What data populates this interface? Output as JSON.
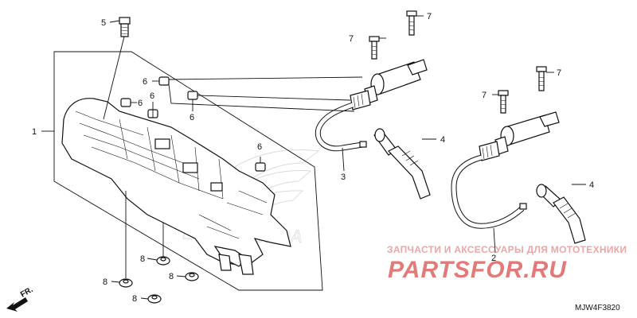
{
  "callouts": {
    "c1": "1",
    "c2": "2",
    "c3": "3",
    "c4a": "4",
    "c4b": "4",
    "c5": "5",
    "c6a": "6",
    "c6b": "6",
    "c6c": "6",
    "c6d": "6",
    "c6e": "6",
    "c7a": "7",
    "c7b": "7",
    "c7c": "7",
    "c7d": "7",
    "c8a": "8",
    "c8b": "8",
    "c8c": "8",
    "c8d": "8"
  },
  "watermark": {
    "caption": "ЗАПЧАСТИ И АКСЕССУАРЫ ДЛЯ МОТОТЕХНИКИ",
    "brand": "PARTSFOR.RU"
  },
  "direction_label": "FR.",
  "diagram_code": "MJW4F3820",
  "colors": {
    "watermark": "#e27a7a",
    "ink": "#111111"
  }
}
